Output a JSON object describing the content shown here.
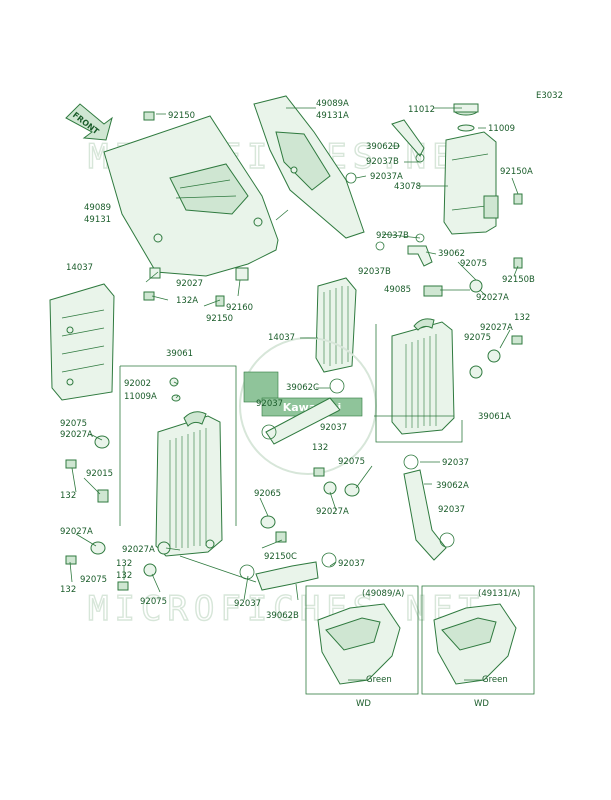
{
  "page": {
    "code": "E3032",
    "front_label": "FRONT",
    "watermark": "MICROFICHES.NET",
    "brand_badge": "Kawasaki"
  },
  "labels": {
    "l92150": "92150",
    "l49089A": "49089A",
    "l49131A": "49131A",
    "l11012": "11012",
    "l11009": "11009",
    "l39062D": "39062D",
    "l92037B_1": "92037B",
    "l92037A": "92037A",
    "l43078": "43078",
    "l92150A": "92150A",
    "l49089": "49089",
    "l49131": "49131",
    "l92037B_2": "92037B",
    "l39062": "39062",
    "l92037B_3": "92037B",
    "l92075_1": "92075",
    "l92150B": "92150B",
    "l14037_L": "14037",
    "l92027": "92027",
    "l132A": "132A",
    "l92160": "92160",
    "l92150_2": "92150",
    "l49085": "49085",
    "l92027A_1": "92027A",
    "l92027A_2": "92027A",
    "l132_1": "132",
    "l92075_2": "92075",
    "l14037_C": "14037",
    "l39061": "39061",
    "l92002": "92002",
    "l11009A": "11009A",
    "l39062C": "39062C",
    "l92037_1": "92037",
    "l92037_2": "92037",
    "l39061A": "39061A",
    "l92075_3": "92075",
    "l92027A_3": "92027A",
    "l132_2": "132",
    "l92015": "92015",
    "l132_3": "132",
    "l92075_4": "92075",
    "l92037_3": "92037",
    "l39062A": "39062A",
    "l92027A_4": "92027A",
    "l92065": "92065",
    "l92037_4": "92037",
    "l92027A_5": "92027A",
    "l92150C": "92150C",
    "l132_4": "132",
    "l92027A_6": "92027A",
    "l92037_5": "92037",
    "l92075_5": "92075",
    "l132_5": "132",
    "l132_6": "132",
    "l92075_6": "92075",
    "l92037_6": "92037",
    "l39062B": "39062B"
  },
  "insets": {
    "left": {
      "title": "(49089/A)",
      "color_note": "Green",
      "code": "WD"
    },
    "right": {
      "title": "(49131/A)",
      "color_note": "Green",
      "code": "WD"
    }
  }
}
